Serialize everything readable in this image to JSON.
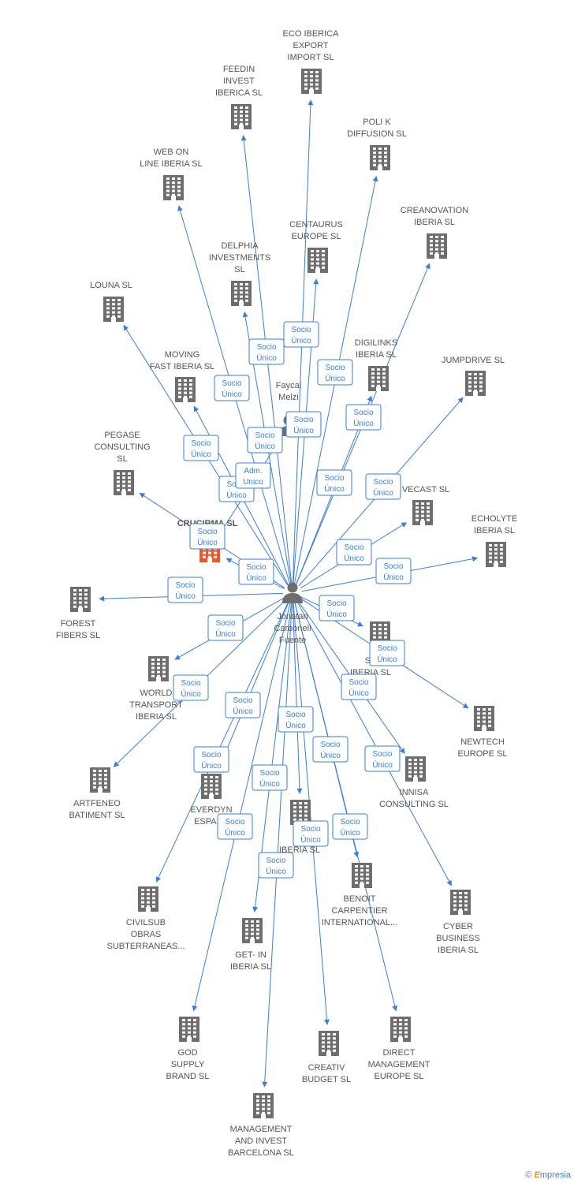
{
  "colors": {
    "edge": "#3a7fd5",
    "building": "#6e6e6e",
    "highlight": "#e8582b",
    "person": "#6e6e6e"
  },
  "person_icon": "person-icon",
  "building_icon": "building-icon",
  "center_person": {
    "label": [
      "Jonatan",
      "Carbonell",
      "Fuente"
    ]
  },
  "secondary_person": {
    "label": [
      "Faycal",
      "Melzi"
    ]
  },
  "companies": [
    {
      "id": "eco",
      "label": [
        "ECO IBERICA",
        "EXPORT",
        "IMPORT  SL"
      ]
    },
    {
      "id": "feedin",
      "label": [
        "FEEDIN",
        "INVEST",
        "IBERICA SL"
      ]
    },
    {
      "id": "polik",
      "label": [
        "POLI K",
        "DIFFUSION  SL"
      ]
    },
    {
      "id": "webon",
      "label": [
        "WEB ON",
        "LINE IBERIA SL"
      ]
    },
    {
      "id": "creanovation",
      "label": [
        "CREANOVATION",
        "IBERIA SL"
      ]
    },
    {
      "id": "centaurus",
      "label": [
        "CENTAURUS",
        "EUROPE SL"
      ]
    },
    {
      "id": "delphia",
      "label": [
        "DELPHIA",
        "INVESTMENTS",
        "SL"
      ]
    },
    {
      "id": "louna",
      "label": [
        "LOUNA  SL"
      ]
    },
    {
      "id": "digilinks",
      "label": [
        "DIGILINKS",
        "IBERIA SL"
      ]
    },
    {
      "id": "jumpdrive",
      "label": [
        "JUMPDRIVE SL"
      ]
    },
    {
      "id": "moving",
      "label": [
        "MOVING",
        "FAST IBERIA SL"
      ]
    },
    {
      "id": "pegase",
      "label": [
        "PEGASE",
        "CONSULTING",
        "SL"
      ]
    },
    {
      "id": "vecast",
      "label": [
        "VECAST SL"
      ]
    },
    {
      "id": "echolyte",
      "label": [
        "ECHOLYTE",
        "IBERIA  SL"
      ]
    },
    {
      "id": "crucirma",
      "label": [
        "CRUCIRMA  SL"
      ],
      "highlight": true
    },
    {
      "id": "forest",
      "label": [
        "FOREST",
        "FIBERS  SL"
      ]
    },
    {
      "id": "sk",
      "label": [
        "SK",
        "IBERIA SL"
      ]
    },
    {
      "id": "world",
      "label": [
        "WORLD",
        "TRANSPORT",
        "IBERIA SL"
      ]
    },
    {
      "id": "newtech",
      "label": [
        "NEWTECH",
        "EUROPE SL"
      ]
    },
    {
      "id": "artfeneo",
      "label": [
        "ARTFENEO",
        "BATIMENT  SL"
      ]
    },
    {
      "id": "everdyn",
      "label": [
        "EVERDYN",
        "ESPAÑA"
      ]
    },
    {
      "id": "innisa",
      "label": [
        "INNISA",
        "CONSULTING SL"
      ]
    },
    {
      "id": "ad",
      "label": [
        "AD",
        "IBERIA SL"
      ]
    },
    {
      "id": "benoit",
      "label": [
        "BENOIT",
        "CARPENTIER",
        "INTERNATIONAL..."
      ]
    },
    {
      "id": "civilsub",
      "label": [
        "CIVILSUB",
        "OBRAS",
        "SUBTERRANEAS..."
      ]
    },
    {
      "id": "cyber",
      "label": [
        "CYBER",
        "BUSINESS",
        "IBERIA SL"
      ]
    },
    {
      "id": "getin",
      "label": [
        "GET- IN",
        "IBERIA SL"
      ]
    },
    {
      "id": "god",
      "label": [
        "GOD",
        "SUPPLY",
        "BRAND  SL"
      ]
    },
    {
      "id": "creativ",
      "label": [
        "CREATIV",
        "BUDGET  SL"
      ]
    },
    {
      "id": "direct",
      "label": [
        "DIRECT",
        "MANAGEMENT",
        "EUROPE SL"
      ]
    },
    {
      "id": "management",
      "label": [
        "MANAGEMENT",
        "AND INVEST",
        "BARCELONA SL"
      ]
    }
  ],
  "edges": [
    {
      "from": "center",
      "to": "eco"
    },
    {
      "from": "center",
      "to": "feedin"
    },
    {
      "from": "center",
      "to": "polik"
    },
    {
      "from": "center",
      "to": "webon"
    },
    {
      "from": "center",
      "to": "creanovation"
    },
    {
      "from": "center",
      "to": "centaurus"
    },
    {
      "from": "center",
      "to": "delphia"
    },
    {
      "from": "center",
      "to": "louna"
    },
    {
      "from": "center",
      "to": "digilinks"
    },
    {
      "from": "center",
      "to": "jumpdrive"
    },
    {
      "from": "center",
      "to": "moving"
    },
    {
      "from": "center",
      "to": "pegase"
    },
    {
      "from": "center",
      "to": "vecast"
    },
    {
      "from": "center",
      "to": "echolyte"
    },
    {
      "from": "center",
      "to": "crucirma"
    },
    {
      "from": "center",
      "to": "forest"
    },
    {
      "from": "center",
      "to": "sk"
    },
    {
      "from": "center",
      "to": "world"
    },
    {
      "from": "center",
      "to": "newtech"
    },
    {
      "from": "center",
      "to": "artfeneo"
    },
    {
      "from": "center",
      "to": "everdyn"
    },
    {
      "from": "center",
      "to": "innisa"
    },
    {
      "from": "center",
      "to": "ad"
    },
    {
      "from": "center",
      "to": "benoit"
    },
    {
      "from": "center",
      "to": "civilsub"
    },
    {
      "from": "center",
      "to": "cyber"
    },
    {
      "from": "center",
      "to": "getin"
    },
    {
      "from": "center",
      "to": "god"
    },
    {
      "from": "center",
      "to": "creativ"
    },
    {
      "from": "center",
      "to": "direct"
    },
    {
      "from": "center",
      "to": "management"
    },
    {
      "from": "secondary",
      "to": "crucirma"
    }
  ],
  "badges": [
    {
      "text": [
        "Socio",
        "Único"
      ]
    },
    {
      "text": [
        "Socio",
        "Único"
      ]
    },
    {
      "text": [
        "Socio",
        "Único"
      ]
    },
    {
      "text": [
        "Socio",
        "Único"
      ]
    },
    {
      "text": [
        "Socio",
        "Único"
      ]
    },
    {
      "text": [
        "Socio",
        "Único"
      ]
    },
    {
      "text": [
        "Socio",
        "Único"
      ]
    },
    {
      "text": [
        "Socio",
        "Único"
      ]
    },
    {
      "text": [
        "Socio",
        "Único"
      ]
    },
    {
      "text": [
        "Adm.",
        "Unico"
      ]
    },
    {
      "text": [
        "Socio",
        "Único"
      ]
    },
    {
      "text": [
        "Socio",
        "Único"
      ]
    },
    {
      "text": [
        "Socio",
        "Único"
      ]
    },
    {
      "text": [
        "Socio",
        "Único"
      ]
    },
    {
      "text": [
        "Socio",
        "Único"
      ]
    },
    {
      "text": [
        "Socio",
        "Único"
      ]
    },
    {
      "text": [
        "Socio",
        "Único"
      ]
    },
    {
      "text": [
        "Socio",
        "Único"
      ]
    },
    {
      "text": [
        "Socio",
        "Único"
      ]
    },
    {
      "text": [
        "Socio",
        "Único"
      ]
    },
    {
      "text": [
        "Socio",
        "Único"
      ]
    },
    {
      "text": [
        "Socio",
        "Único"
      ]
    },
    {
      "text": [
        "Socio",
        "Único"
      ]
    },
    {
      "text": [
        "Socio",
        "Único"
      ]
    },
    {
      "text": [
        "Socio",
        "Único"
      ]
    },
    {
      "text": [
        "Socio",
        "Único"
      ]
    },
    {
      "text": [
        "Socio",
        "Único"
      ]
    },
    {
      "text": [
        "Socio",
        "Único"
      ]
    },
    {
      "text": [
        "Socio",
        "Único"
      ]
    },
    {
      "text": [
        "Socio",
        "Único"
      ]
    },
    {
      "text": [
        "Socio",
        "Único"
      ]
    },
    {
      "text": [
        "Socio",
        "Único"
      ]
    }
  ],
  "brand": {
    "copyright": "©",
    "name_first": "E",
    "name_rest": "mpresia"
  }
}
